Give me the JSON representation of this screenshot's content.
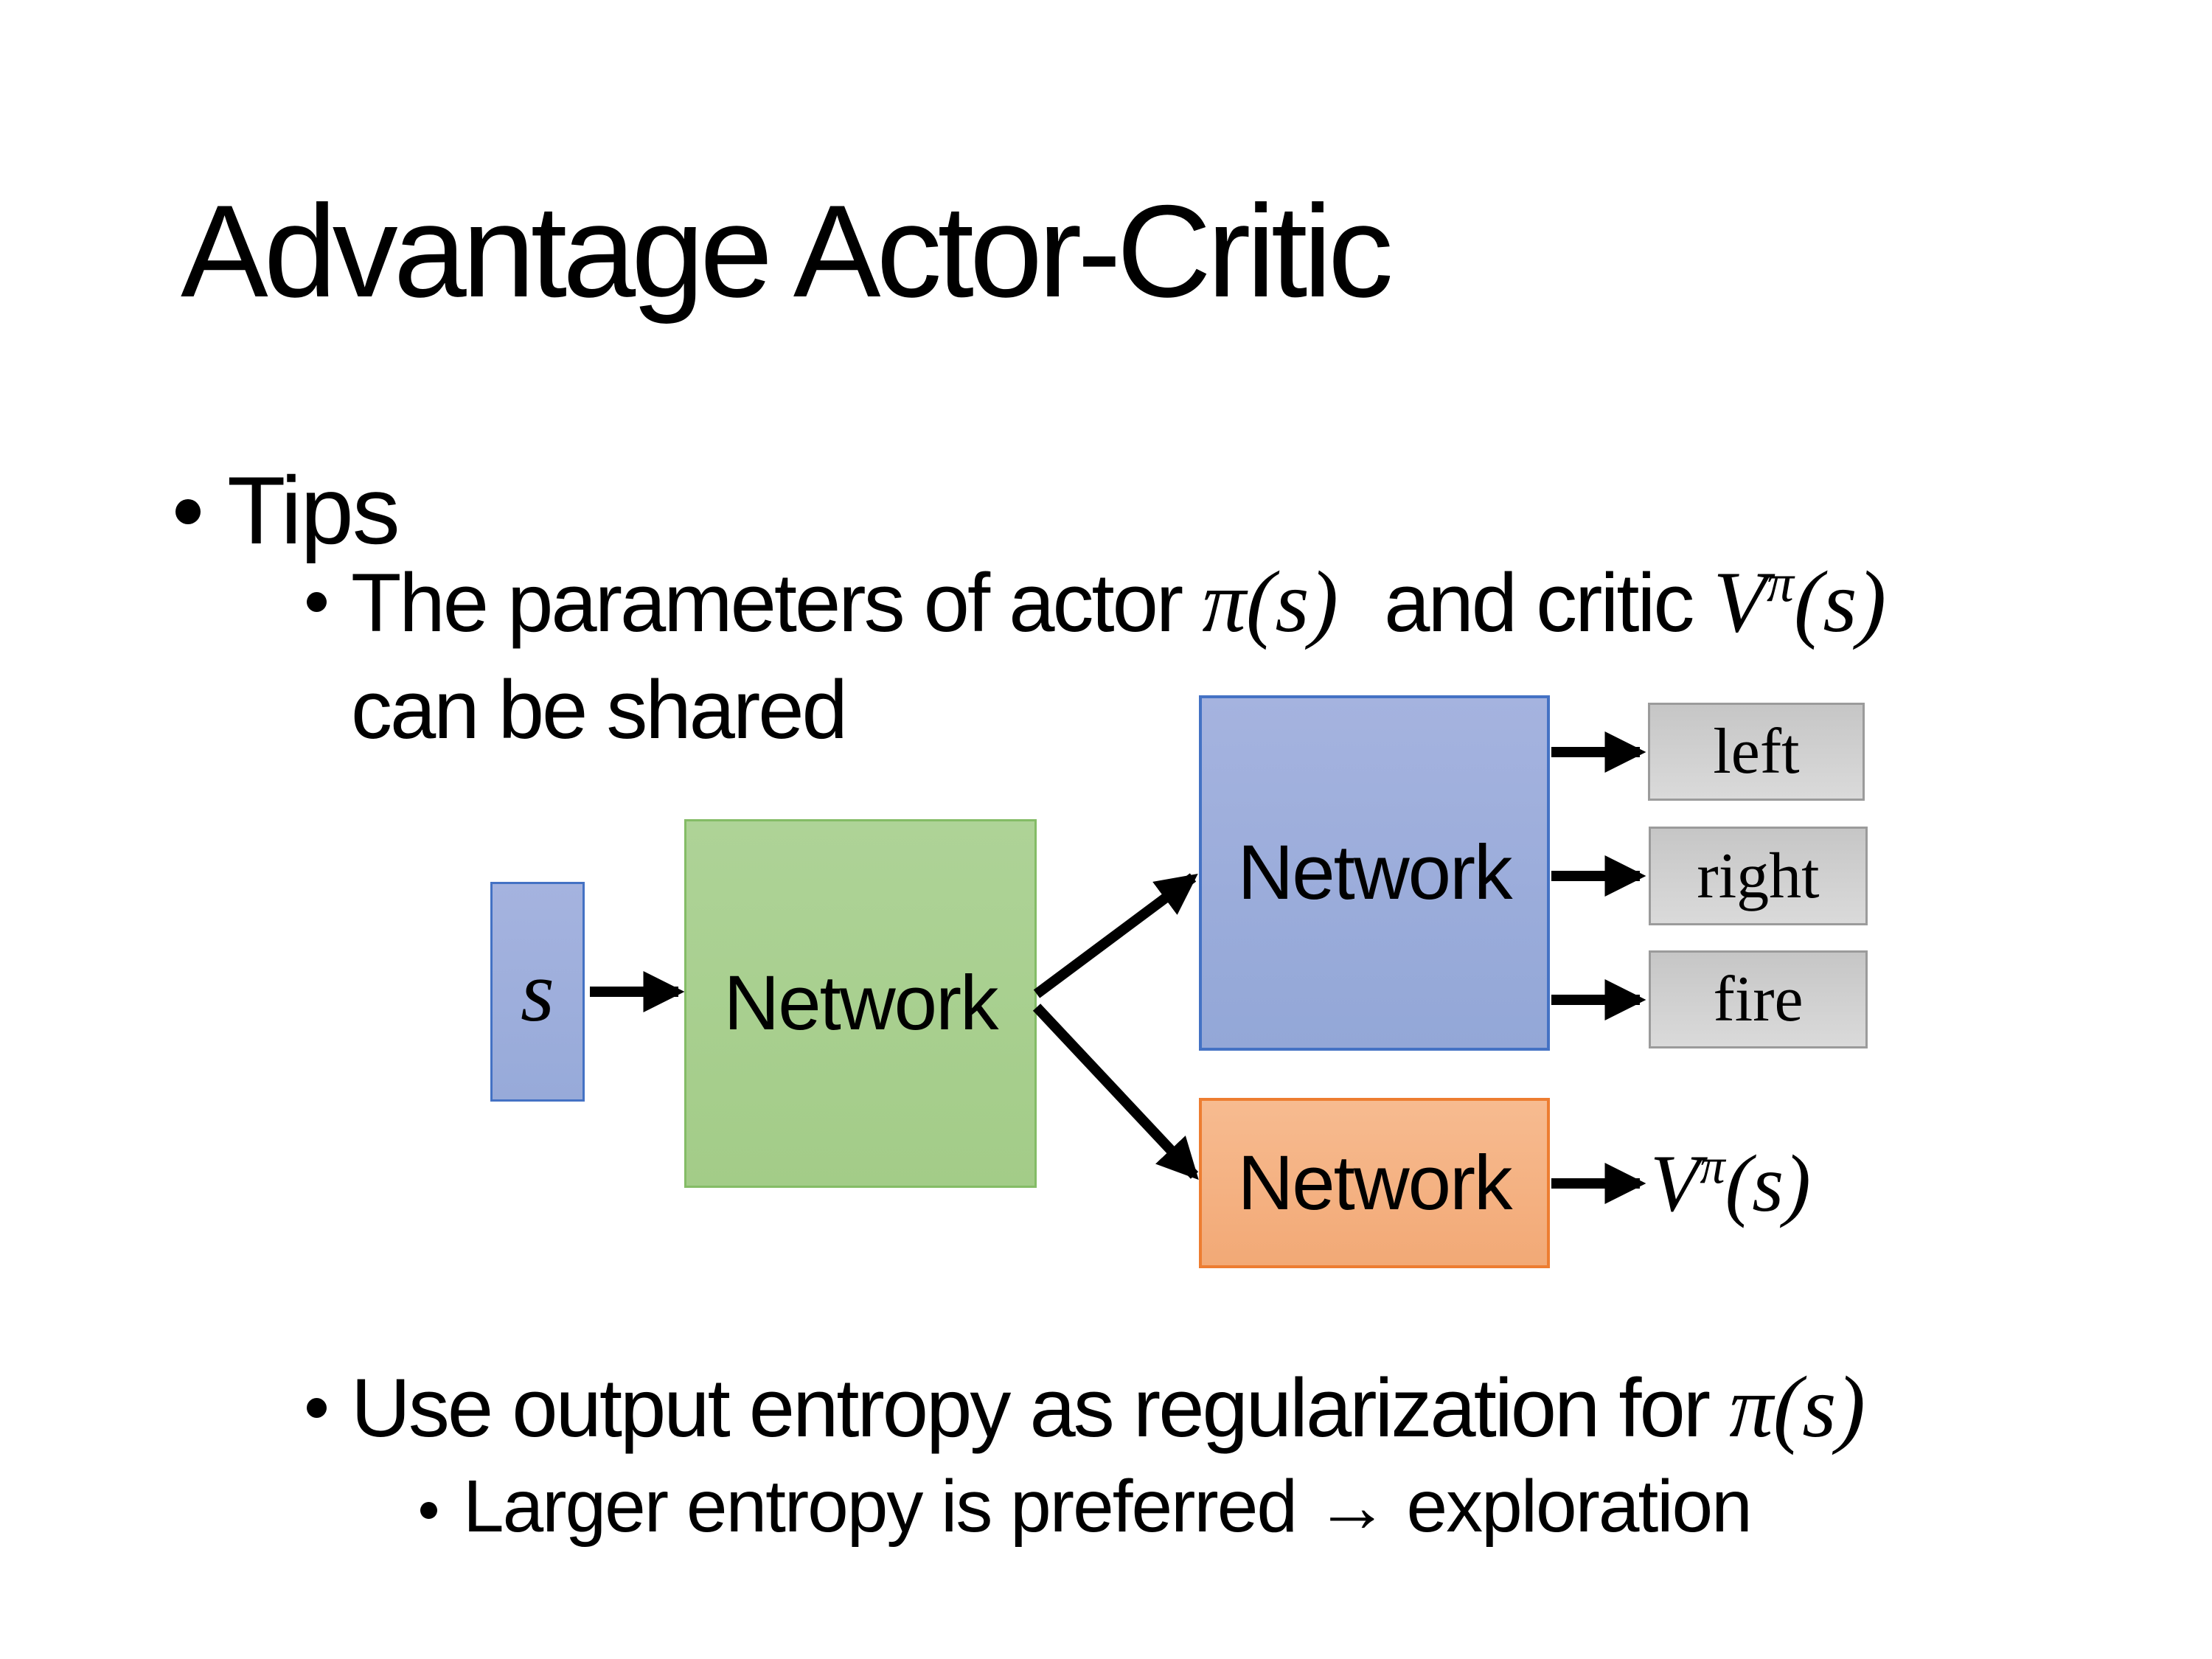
{
  "slide": {
    "title": "Advantage Actor-Critic",
    "bullets": {
      "tips_label": "Tips",
      "b2_pre": "The parameters of actor ",
      "b2_math1": "π(s)",
      "b2_mid": " and critic ",
      "b2_math2_base": "V",
      "b2_math2_sup": "π",
      "b2_math2_arg": "(s)",
      "b2_line2": "can be shared",
      "b3_pre": "Use output entropy as regularization for ",
      "b3_math": "π(s)",
      "b4_text": "Larger entropy is preferred → exploration"
    },
    "diagram": {
      "state_label": "s",
      "shared_network_label": "Network",
      "actor_network_label": "Network",
      "critic_network_label": "Network",
      "actions": [
        "left",
        "right",
        "fire"
      ],
      "critic_output_base": "V",
      "critic_output_sup": "π",
      "critic_output_arg": "(s)",
      "colors": {
        "background": "#FFFFFF",
        "text": "#000000",
        "state_fill": "#9DAEDC",
        "state_border": "#4472C4",
        "shared_fill": "#A9D18E",
        "shared_border": "#84BC66",
        "actor_fill": "#9DAEDC",
        "actor_border": "#4472C4",
        "critic_fill": "#F4B183",
        "critic_border": "#ED7D31",
        "action_fill": "#D0D0D0",
        "action_border": "#9B9B9B",
        "arrow": "#000000"
      }
    }
  }
}
